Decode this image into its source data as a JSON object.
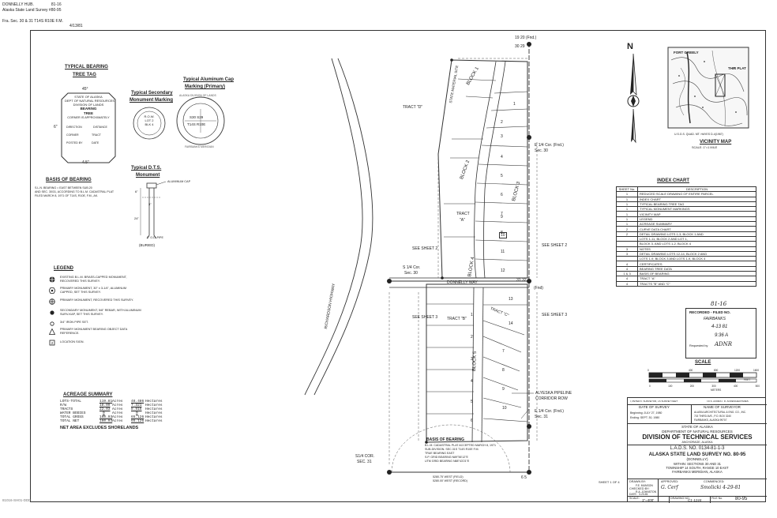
{
  "header": {
    "line1_left": "DONNELLY HUB.",
    "line1_right": "81-16",
    "line2": "Alaska State Land Survey #80-95",
    "line3": "Fra. Sec. 30 & 31 T14S R10E F.M.",
    "line4": "4/13/81"
  },
  "bearing_tree": {
    "title_1": "TYPICAL BEARING",
    "title_2": "TREE TAG",
    "angle": "45°",
    "lines": [
      "STATE OF ALASKA",
      "DEPT OF NATURAL RESOURCES",
      "DIVISION OF LANDS",
      "BEARING",
      "TREE",
      "CORNER IS APPROXIMATELY"
    ],
    "dir_label": "DIRECTION",
    "dist_label": "DISTANCE",
    "corner_label": "CORNER",
    "tract_label": "TRACT",
    "posted_label": "POSTED BY",
    "date_label": "DATE",
    "dim_left": "6\"",
    "dim_bottom": "4.5\""
  },
  "secondary_monument": {
    "title_1": "Typical Secondary",
    "title_2": "Monument Marking",
    "lines": [
      "R.O.W.",
      "LOT 2",
      "BLK 4"
    ]
  },
  "aluminum_cap": {
    "title_1": "Typical Aluminum Cap",
    "title_2": "Marking (Primary)",
    "ring_top": "ALASKA DIVISION OF LANDS",
    "row1": "S30 S29",
    "row2": "T14S R10E",
    "ring_bottom": "FAIRBANKS MERIDIAN"
  },
  "basis_of_bearing_left": {
    "title": "BASIS OF BEARING",
    "text_1": "S.L.N. BEARING = EAST BETWEEN SUB.20",
    "text_2": "AND SEC. 30/31, ACCORDING TO B.L.M. CADASTRAL PLAT",
    "text_3": "FILED MARCH 8, 1971 OF T14S, R10E, F.M., AK."
  },
  "dts_monument": {
    "title_1": "Typical D.T.S.",
    "title_2": "Monument",
    "cap_label": "ALUMINUM CAP",
    "dim_1": "6\"",
    "dim_2": "24\"",
    "dim_3": "3\"",
    "pipe_label": "3\" O.D. PIPE",
    "buried_label": "(BURIED)"
  },
  "legend": {
    "title": "LEGEND",
    "items": [
      {
        "icon": "filled-circle-cross-icon",
        "text_1": "EXISTING B.L.M. BRASS-CAPPED MONUMENT,",
        "text_2": "RECOVERED THIS SURVEY."
      },
      {
        "icon": "hexagon-dot-icon",
        "text_1": "PRIMARY MONUMENT, 30\" x 3-1/4\", ALUMINUM",
        "text_2": "CAPPED, SET THIS SURVEY."
      },
      {
        "icon": "circle-plus-icon",
        "text_1": "PRIMARY MONUMENT, RECOVERED THIS SURVEY.",
        "text_2": ""
      },
      {
        "icon": "filled-dot-icon",
        "text_1": "SECONDARY MONUMENT, 5/8\" REBAR, WITH ALUMINUM",
        "text_2": "SURV-KAP, SET THIS SURVEY."
      },
      {
        "icon": "small-circle-icon",
        "text_1": "3/4\" IRON PIPE SET.",
        "text_2": ""
      },
      {
        "icon": "triangle-icon",
        "text_1": "PRIMARY MONUMENT BEARING OBJECT DATA",
        "text_2": "REFERENCE."
      },
      {
        "icon": "square-number-icon",
        "text_1": "LOCATION SIGN.",
        "text_2": ""
      }
    ]
  },
  "acreage": {
    "title": "ACREAGE SUMMARY",
    "rows": [
      {
        "label": "LOTS-TOTAL",
        "acres": "119.81",
        "ha": "48.486"
      },
      {
        "label": "R/W",
        "acres": "18.09",
        "ha": "7.321"
      },
      {
        "label": "TRACTS",
        "acres": "22.03",
        "ha": "8.915"
      },
      {
        "label": "WATER BODIES",
        "acres": "0",
        "ha": "0"
      },
      {
        "label": "TOTAL GROSS",
        "acres": "160.93",
        "ha": "65.126"
      },
      {
        "label": "TOTAL NET",
        "acres": "160.93",
        "ha": "65.126"
      }
    ],
    "acres_unit": "Acres",
    "ha_unit": "Hectares",
    "note": "NET AREA EXCLUDES SHORELANDS"
  },
  "map": {
    "highway": "RICHARDSON HIGHWAY",
    "corner_top": [
      "19",
      "20",
      "(Fnd.)",
      "30",
      "29"
    ],
    "tract_d": "TRACT \"D\"",
    "tract_a_1": "TRACT",
    "tract_a_2": "\"A\"",
    "tract_b": "TRACT \"B\"",
    "tract_c": "TRACT \"C\"",
    "material_site": "STATE MATERIAL SITE",
    "block_1": "BLOCK 1",
    "block_2": "BLOCK 2",
    "block_3": "BLOCK 3",
    "block_4": "BLOCK 4",
    "block_5": "BLOCK 5",
    "way": "DONNELLY WAY",
    "see_sheet_2_left": "SEE SHEET 2",
    "see_sheet_2_right": "SEE SHEET 2",
    "see_sheet_3_left": "SEE SHEET 3",
    "see_sheet_3_right": "SEE SHEET 3",
    "quarter_30_1": "S 1/4 Cor.",
    "quarter_30_2": "Sec. 30",
    "east_cor_30_1": "E 1/4 Cor. (Fnd.)",
    "east_cor_30_2": "Sec. 30",
    "east_cor_31_1": "E 1/4 Cor. (Fnd.)",
    "east_cor_31_2": "Sec. 31",
    "quarter_31_1": "S1/4 COR.",
    "quarter_31_2": "SEC. 31",
    "corner_mid": [
      "31",
      "32",
      "(Fnd)"
    ],
    "corner_bottom": [
      "6",
      "5"
    ],
    "pipeline_1": "ALYESKA PIPELINE",
    "pipeline_2": "CORRIDOR ROW",
    "lots_upper": [
      "1",
      "2",
      "3",
      "4",
      "5",
      "6",
      "7",
      "8",
      "9",
      "10",
      "11",
      "12"
    ],
    "lots_lower": [
      "13",
      "14",
      "1",
      "2",
      "3",
      "4",
      "5",
      "6",
      "7",
      "8",
      "9",
      "10"
    ],
    "basis_title": "BASIS OF BEARING",
    "basis_text": [
      "B.L.M. CADASTRAL PLAT ACCEPTED MARCH 8, 1971",
      "SUB-DIVISION. SEC.31S T14S R10E F.M.",
      "TRUE BEARING           EAST",
      "S.P. GRID BEARING      N89°56'12\"E",
      "UTM GRID BEARING       N88°43'21\"E"
    ],
    "bottom_line_1": "5280.75' WEST (FIELD)",
    "bottom_line_2": "5280.00' WEST (RECORD)",
    "sheet": "SHEET 1 OF 4"
  },
  "north_arrow": {
    "letter": "N"
  },
  "vicinity_map": {
    "title": "VICINITY MAP",
    "scale": "SCALE:          1\"=1 MILE",
    "this_plat": "THIS PLAT",
    "fort_greely": "FORT GREELY",
    "source": "U.S.G.S. QUAD. MT. HAYES D-4(1967)"
  },
  "index_chart": {
    "title": "INDEX CHART",
    "col_sheet": "SHEET No.",
    "col_desc": "DESCRIPTION",
    "rows": [
      {
        "sheet": "1",
        "desc": "REDUCED SCALE DRAWING OF ENTIRE PARCEL"
      },
      {
        "sheet": "1",
        "desc": "INDEX CHART"
      },
      {
        "sheet": "1",
        "desc": "TYPICAL BEARING TREE TAG"
      },
      {
        "sheet": "1",
        "desc": "TYPICAL MONUMENT MARKINGS"
      },
      {
        "sheet": "1",
        "desc": "VICINITY MAP"
      },
      {
        "sheet": "1",
        "desc": "LEGEND"
      },
      {
        "sheet": "1",
        "desc": "ACREAGE SUMMARY"
      },
      {
        "sheet": "2",
        "desc": "CURVE DATA CHART"
      },
      {
        "sheet": "2",
        "desc": "DETAIL DRAWING LOTS 1-3, BLOCK 1 AND"
      },
      {
        "sheet": "",
        "desc": "LOTS 1-11, BLOCK 2 AND LOT 1,"
      },
      {
        "sheet": "",
        "desc": "BLOCK 3, AND LOTS 1-2, BLOCK 4"
      },
      {
        "sheet": "3",
        "desc": "NOTES"
      },
      {
        "sheet": "3",
        "desc": "DETAIL DRAWING LOTS 12-14, BLOCK 2 AND"
      },
      {
        "sheet": "",
        "desc": "LOTS 1-9, BLOCK 3 AND LOTS 1-9, BLOCK 4"
      },
      {
        "sheet": "4",
        "desc": "CERTIFICATES"
      },
      {
        "sheet": "4",
        "desc": "BEARING TREE DATA"
      },
      {
        "sheet": "1 & 3",
        "desc": "BASIS OF BEARING"
      },
      {
        "sheet": "4",
        "desc": "TRACT \"A\""
      },
      {
        "sheet": "4",
        "desc": "TRACTS \"B\" AND \"C\""
      }
    ]
  },
  "stamp": {
    "handwritten_1": "81-16",
    "line1": "RECORDED - FILED NO.",
    "line2": "FAIRBANKS",
    "line3": "4-13  81",
    "line4": "9:36 A",
    "line5": "Requested by",
    "handwritten_2": "ADNR"
  },
  "scale_bar": {
    "title": "SCALE",
    "ticks": [
      "0",
      "400",
      "800",
      "1200",
      "1600"
    ],
    "feet_label": "FEET",
    "meters": [
      "0",
      "100",
      "200",
      "300",
      "400",
      "500"
    ],
    "meters_label": "METERS"
  },
  "title_block": {
    "top_left": "I, PETER F. SURVEYOR, LS SURVEY FEET",
    "top_right": "I.D.S. ACRES  I. D. ACRES/HECTARES",
    "date_label": "DATE OF SURVEY",
    "date_1": "Beginning: JULY 27, 1980",
    "date_2": "Ending:  SEPT. 30, 1980",
    "surveyor_label": "NAME OF SURVEYOR",
    "surveyor_1": "ALASKA ARCHITECTURAL & ENG. CO., INC.",
    "surveyor_2": "715 THIRD AVE., P.O. BOX 3240",
    "surveyor_3": "FAIRBANKS, ALASKA 99707",
    "state": "STATE OF ALASKA",
    "dept": "DEPARTMENT OF NATURAL RESOURCES",
    "division": "DIVISION OF TECHNICAL SERVICES",
    "city": "ANCHORAGE, ALASKA",
    "lads": "L.A.D.S.  NO.  0134-81-1-3",
    "survey_no": "ALASKA STATE LAND SURVEY NO. 80-95",
    "name": "(DONNELLY)",
    "within_1": "WITHIN: SECTIONS 30 AND 31",
    "within_2": "TOWNSHIP 14 SOUTH, RANGE 10 EAST",
    "within_3": "FAIRBANKS MERIDIAN, ALASKA",
    "drawn_label": "DRAWN BY:",
    "drawn_by": "F.E. MUNSON",
    "checked_label": "CHECKED BY:",
    "checked_by": "R.A. JOHNSTON",
    "date_row_label": "DATE:",
    "date_row": "3-23-81",
    "approved_label": "APPROVED:",
    "commenced_label": "COMMENCED:",
    "approved_signature": "G. Cerf",
    "commenced_signature": "Smolicki 4-29-81",
    "scale_label": "SCALE:",
    "scale_value": "1\"=400'",
    "drawing_label": "DRAWING NO.",
    "drawing_value": "C1-1244",
    "file_label": "FILE No.",
    "file_value": "80-95"
  },
  "footer": {
    "bottom_left": "81016-SH01-DDD"
  }
}
